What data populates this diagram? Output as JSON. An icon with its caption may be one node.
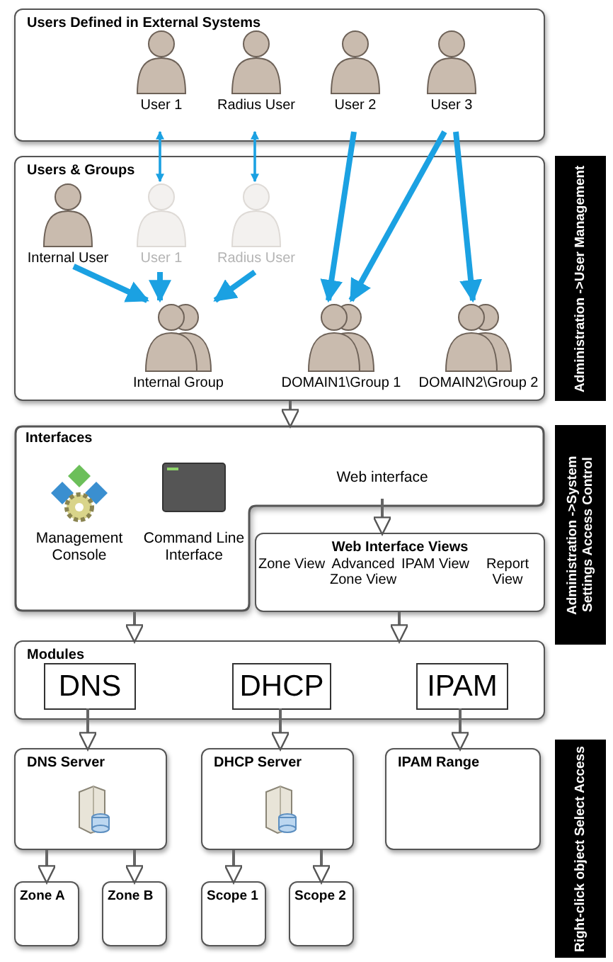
{
  "diagram": {
    "nodes": [
      {
        "text": [
          "Users Defined in External Systems"
        ]
      },
      {
        "text": [
          "User 1"
        ],
        "in": 0
      },
      {
        "text": [
          "Radius User"
        ],
        "in": 0
      },
      {
        "text": [
          "User 2"
        ],
        "in": 0
      },
      {
        "text": [
          "User 3"
        ],
        "in": 0
      },
      {
        "text": [
          "Users & Groups"
        ]
      },
      {
        "text": [
          "Internal User"
        ],
        "in": 5
      },
      {
        "text": [
          "User 1"
        ],
        "in": 5
      },
      {
        "text": [
          "Radius User"
        ],
        "in": 5
      },
      {
        "text": [
          "Internal Group"
        ],
        "in": 5
      },
      {
        "text": [
          "DOMAIN1\\Group 1"
        ],
        "in": 5
      },
      {
        "text": [
          "DOMAIN2\\Group 2"
        ],
        "in": 5
      },
      {
        "text": [
          "Interfaces"
        ]
      },
      {
        "text": [
          "Management Console"
        ],
        "in": 12
      },
      {
        "text": [
          "Command Line Interface"
        ],
        "in": 12
      },
      {
        "text": [
          "Web interface"
        ],
        "in": 12
      },
      {
        "text": [
          "Web Interface Views",
          "Zone View",
          "Advanced Zone View",
          "IPAM View",
          "Report View"
        ]
      },
      {
        "text": [
          "Modules"
        ]
      },
      {
        "text": [
          "DNS"
        ],
        "in": 17
      },
      {
        "text": [
          "DHCP"
        ],
        "in": 17
      },
      {
        "text": [
          "IPAM"
        ],
        "in": 17
      },
      {
        "text": [
          "DNS Server"
        ]
      },
      {
        "text": [
          "DHCP Server"
        ]
      },
      {
        "text": [
          "IPAM Range"
        ]
      },
      {
        "text": [
          "Zone A"
        ]
      },
      {
        "text": [
          "Zone B"
        ]
      },
      {
        "text": [
          "Scope 1"
        ]
      },
      {
        "text": [
          "Scope 2"
        ]
      }
    ],
    "edges": [
      {
        "from": 1,
        "to": 7,
        "arrow": "both",
        "color": "#1ba1e2"
      },
      {
        "from": 2,
        "to": 8,
        "arrow": "both",
        "color": "#1ba1e2"
      },
      {
        "from": 3,
        "to": 10,
        "arrow": "to",
        "style": "thick",
        "color": "#1ba1e2"
      },
      {
        "from": 4,
        "to": 10,
        "arrow": "to",
        "style": "thick",
        "color": "#1ba1e2"
      },
      {
        "from": 4,
        "to": 11,
        "arrow": "to",
        "style": "thick",
        "color": "#1ba1e2"
      },
      {
        "from": 6,
        "to": 9,
        "arrow": "to",
        "style": "thick",
        "color": "#1ba1e2"
      },
      {
        "from": 7,
        "to": 9,
        "arrow": "to",
        "style": "thick",
        "color": "#1ba1e2"
      },
      {
        "from": 8,
        "to": 9,
        "arrow": "to",
        "style": "thick",
        "color": "#1ba1e2"
      },
      {
        "from": 5,
        "to": 12,
        "arrow": "to"
      },
      {
        "from": 15,
        "to": 16,
        "arrow": "to"
      },
      {
        "from": 12,
        "to": 17,
        "arrow": "to"
      },
      {
        "from": 16,
        "to": 17,
        "arrow": "to"
      },
      {
        "from": 18,
        "to": 21,
        "arrow": "to"
      },
      {
        "from": 19,
        "to": 22,
        "arrow": "to"
      },
      {
        "from": 20,
        "to": 23,
        "arrow": "to"
      },
      {
        "from": 21,
        "to": 24,
        "arrow": "to"
      },
      {
        "from": 21,
        "to": 25,
        "arrow": "to"
      },
      {
        "from": 22,
        "to": 26,
        "arrow": "to"
      },
      {
        "from": 22,
        "to": 27,
        "arrow": "to"
      }
    ],
    "labels": [
      "Administration ->User Management",
      "Administration ->System Settings Access Control",
      "Right-click object Select Access"
    ]
  }
}
